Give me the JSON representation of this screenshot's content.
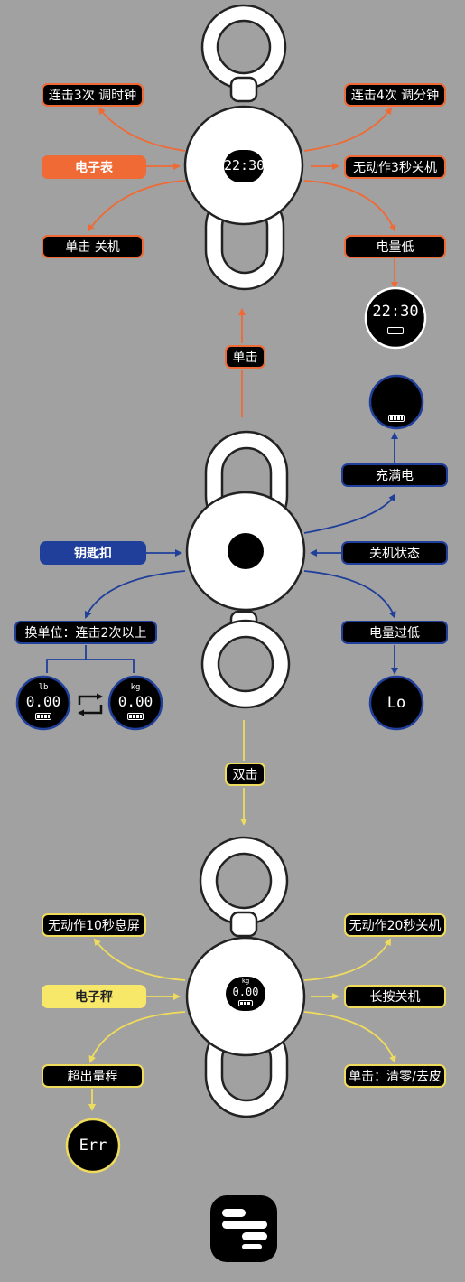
{
  "sections": {
    "watch": {
      "category": "电子表",
      "top_left": "连击3次  调时钟",
      "top_right": "连击4次  调分钟",
      "mid_right": "无动作3秒关机",
      "bottom_left": "单击  关机",
      "bottom_right": "电量低",
      "display_time": "22:30",
      "low_display_time": "22:30"
    },
    "transition_up": "单击",
    "keychain": {
      "category": "钥匙扣",
      "top_right": "充满电",
      "mid_right": "关机状态",
      "bottom_left": "换单位：连击2次以上",
      "bottom_right": "电量过低",
      "low_display": "Lo",
      "unit_lb": "lb",
      "unit_kg": "kg",
      "reading_lb": "0.00",
      "reading_kg": "0.00"
    },
    "transition_down": "双击",
    "scale": {
      "category": "电子秤",
      "top_left": "无动作10秒息屏",
      "top_right": "无动作20秒关机",
      "mid_right": "长按关机",
      "bottom_left": "超出量程",
      "bottom_right": "单击：清零/去皮",
      "unit": "kg",
      "reading": "0.00",
      "error_display": "Err"
    }
  },
  "logo_icon": "app-logo-icon",
  "colors": {
    "orange": "#ef6a35",
    "blue": "#1f3f9b",
    "yellow": "#f0dc5c",
    "background": "#a1a1a1"
  }
}
